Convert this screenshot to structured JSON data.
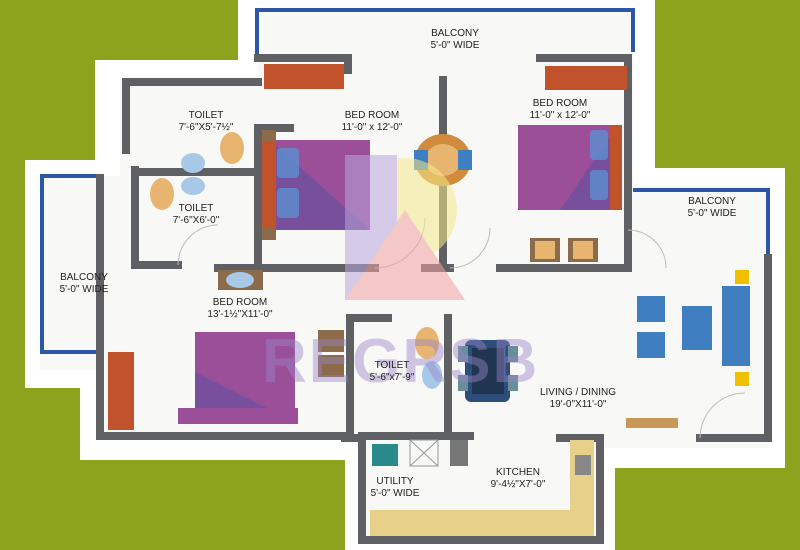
{
  "rooms": {
    "balcony_top": {
      "name": "BALCONY",
      "size": "5'-0\" WIDE"
    },
    "toilet_1": {
      "name": "TOILET",
      "size": "7'-6\"X5'-7½\""
    },
    "bedroom_1": {
      "name": "BED ROOM",
      "size": "11'-0\" x 12'-0\""
    },
    "bedroom_2": {
      "name": "BED ROOM",
      "size": "11'-0\" x 12'-0\""
    },
    "toilet_2": {
      "name": "TOILET",
      "size": "7'-6\"X6'-0\""
    },
    "balcony_right": {
      "name": "BALCONY",
      "size": "5'-0\" WIDE"
    },
    "balcony_left": {
      "name": "BALCONY",
      "size": "5'-0\" WIDE"
    },
    "bedroom_3": {
      "name": "BED ROOM",
      "size": "13'-1½\"X11'-0\""
    },
    "toilet_3": {
      "name": "TOILET",
      "size": "5'-6\"x7'-9\""
    },
    "living": {
      "name": "LIVING / DINING",
      "size": "19'-0\"X11'-0\""
    },
    "utility": {
      "name": "UTILITY",
      "size": "5'-0\" WIDE"
    },
    "kitchen": {
      "name": "KITCHEN",
      "size": "9'-4½\"X7'-0\""
    }
  },
  "watermark": "REGRSB",
  "colors": {
    "background": "#8da31e",
    "wall": "#5f6063",
    "balcony_edge": "#2c57a8",
    "bed": "#9b4f98",
    "wood": "#c0522c",
    "furniture_blue": "#3f7ec0",
    "counter": "#e6d08a"
  }
}
